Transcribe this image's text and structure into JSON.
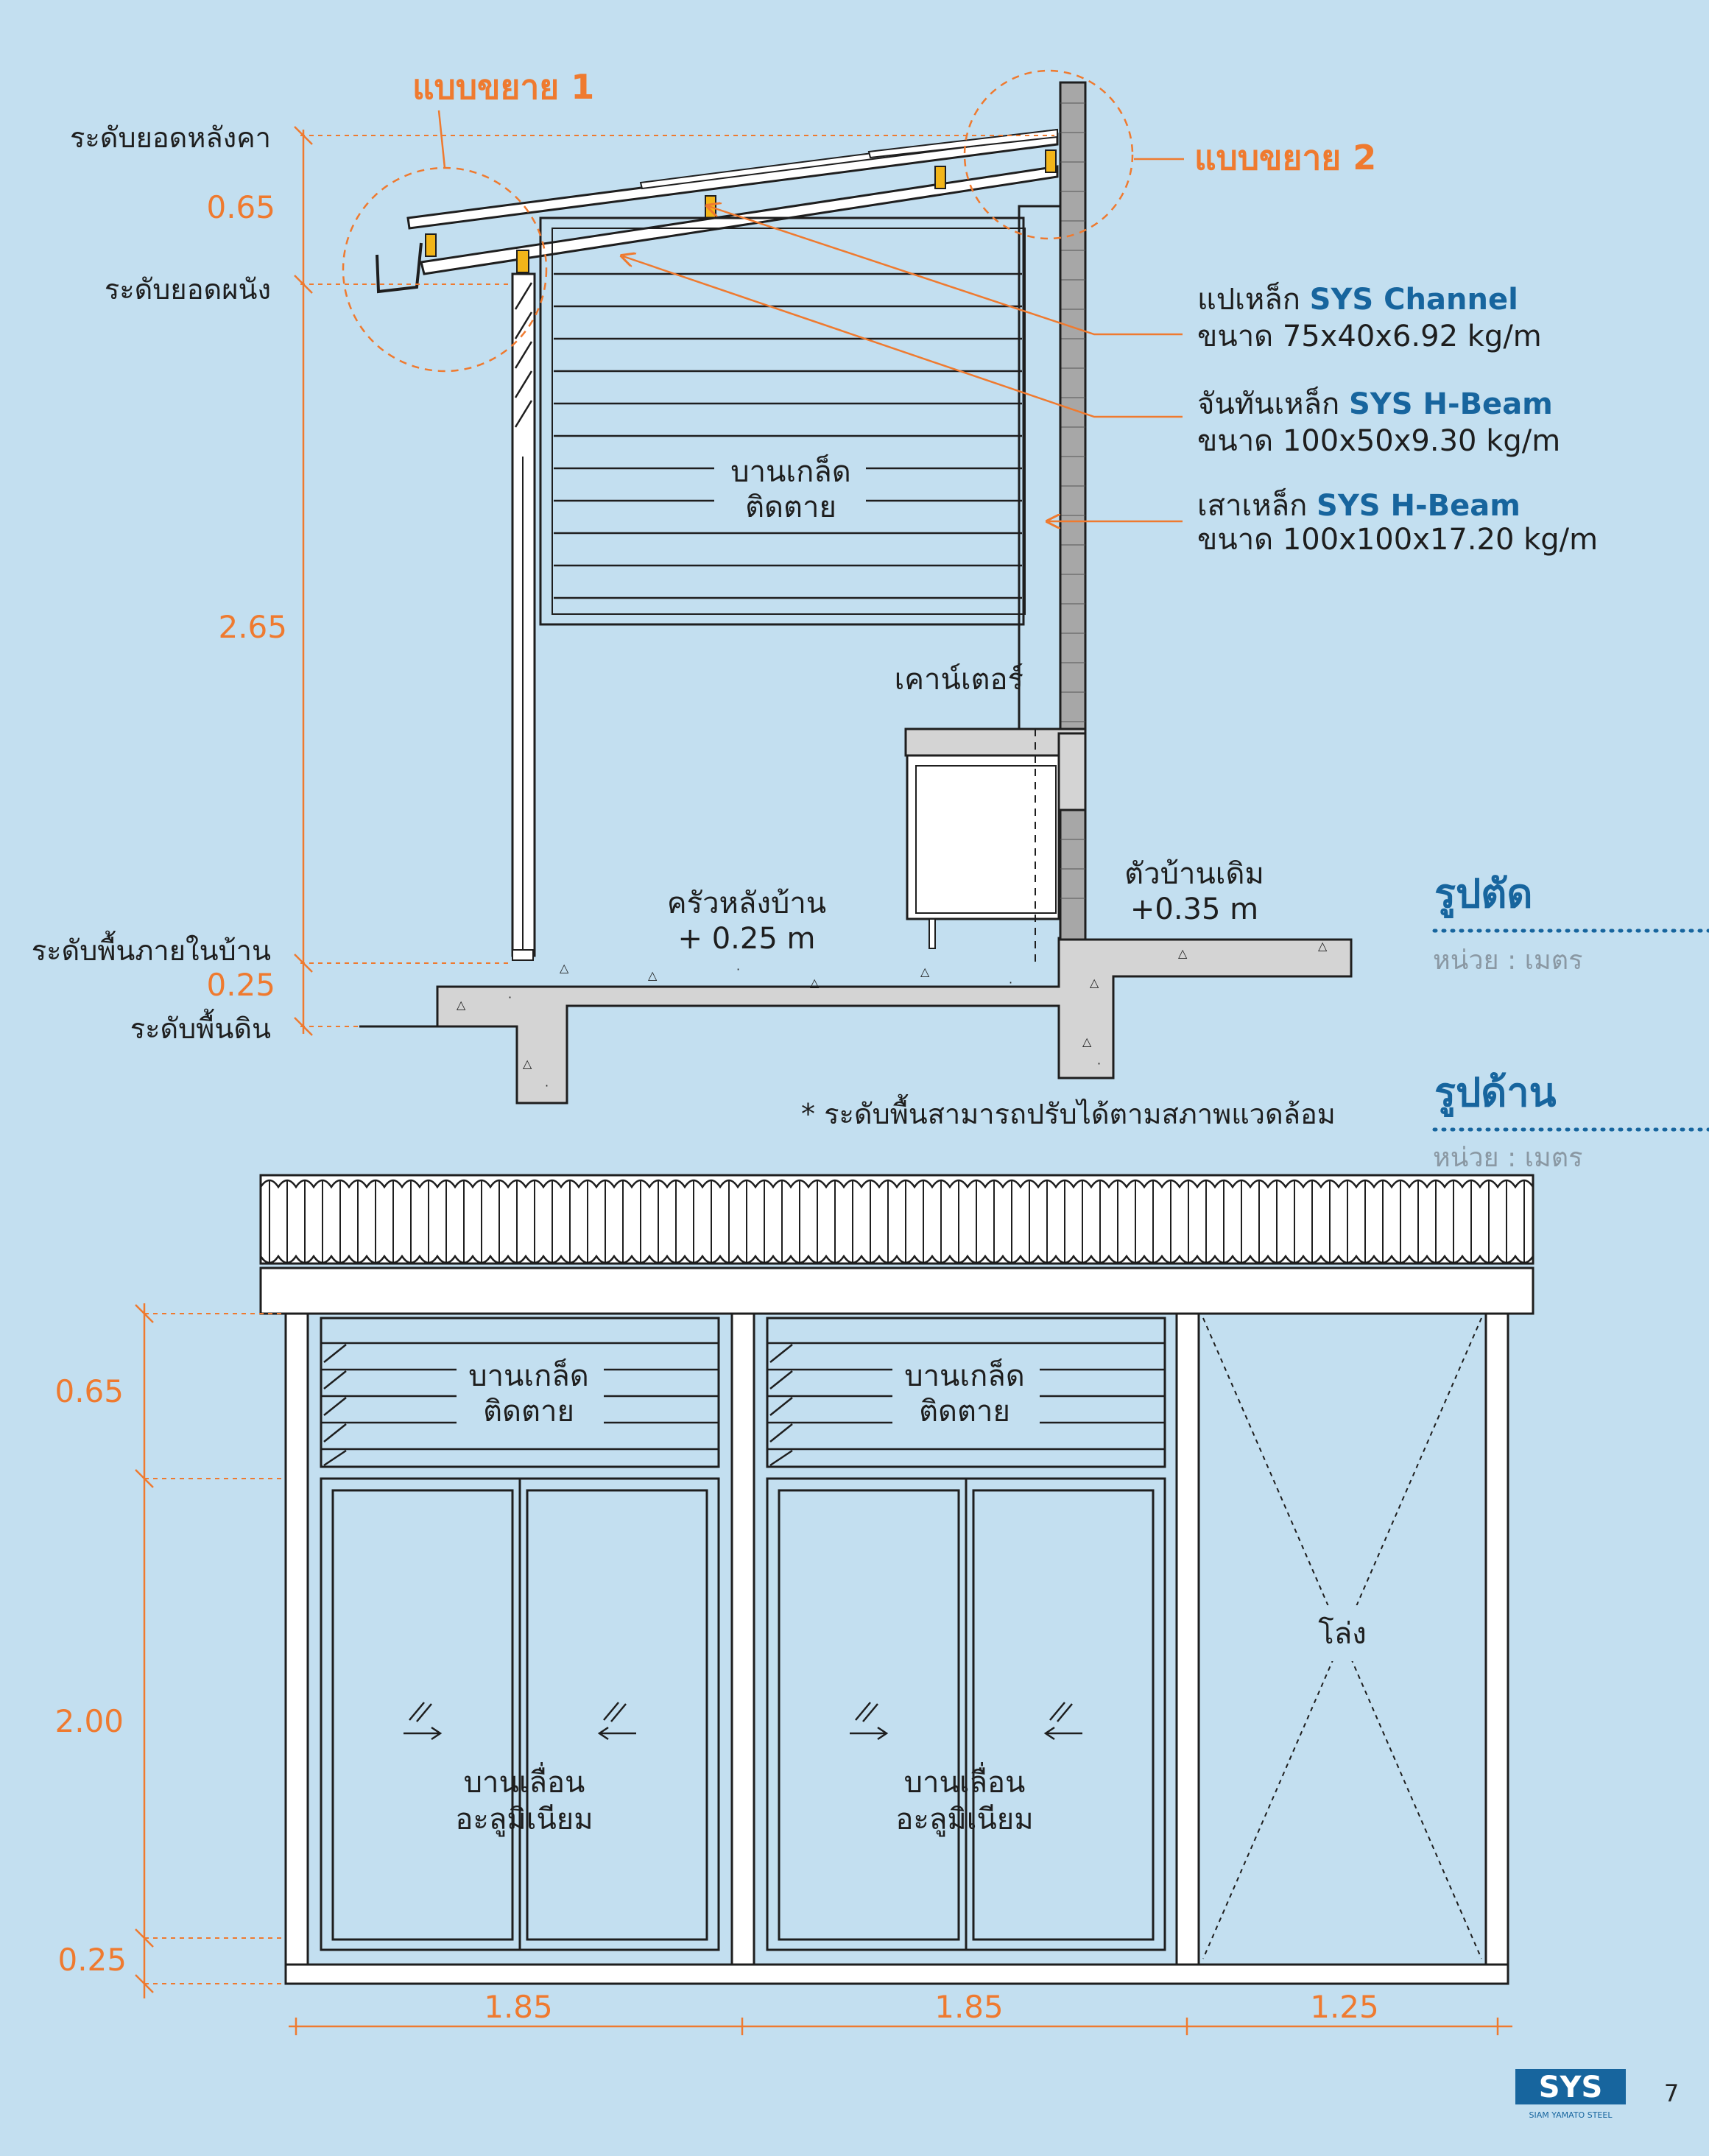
{
  "section": {
    "callout_1": "แบบขยาย 1",
    "callout_2": "แบบขยาย 2",
    "levels": {
      "roof_top": "ระดับยอดหลังคา",
      "wall_top": "ระดับยอดผนัง",
      "floor_inside": "ระดับพื้นภายในบ้าน",
      "ground": "ระดับพื้นดิน"
    },
    "dims": {
      "roof": "0.65",
      "wall": "2.65",
      "plinth": "0.25"
    },
    "members": [
      {
        "prefix": "แปเหล็ก ",
        "brand": "SYS Channel",
        "size": "ขนาด 75x40x6.92 kg/m"
      },
      {
        "prefix": "จันทันเหล็ก ",
        "brand": "SYS H-Beam",
        "size": "ขนาด 100x50x9.30 kg/m"
      },
      {
        "prefix": "เสาเหล็ก ",
        "brand": "SYS H-Beam",
        "size": "ขนาด 100x100x17.20 kg/m"
      }
    ],
    "louver_line1": "บานเกล็ด",
    "louver_line2": "ติดตาย",
    "counter": "เคาน์เตอร์",
    "kitchen_line1": "ครัวหลังบ้าน",
    "kitchen_line2": "+ 0.25 m",
    "house_line1": "ตัวบ้านเดิม",
    "house_line2": "+0.35 m",
    "note": "* ระดับพื้นสามารถปรับได้ตามสภาพแวดล้อม",
    "title": "รูปตัด",
    "unit": "หน่วย : เมตร"
  },
  "elevation": {
    "title": "รูปด้าน",
    "unit": "หน่วย : เมตร",
    "dims_v": {
      "top": "0.65",
      "mid": "2.00",
      "base": "0.25"
    },
    "dims_h": [
      "1.85",
      "1.85",
      "1.25"
    ],
    "louver_line1": "บานเกล็ด",
    "louver_line2": "ติดตาย",
    "sliding_line1": "บานเลื่อน",
    "sliding_line2": "อะลูมิเนียม",
    "open": "โล่ง"
  },
  "footer": {
    "logo": "SYS",
    "logo_sub": "SIAM YAMATO STEEL",
    "page": "7"
  },
  "colors": {
    "background": "#c3dff0",
    "accent": "#ef7a2f",
    "brand": "#17659e",
    "line": "#1e1e1e",
    "concrete": "#d4d4d4",
    "steel": "#f2b519"
  }
}
